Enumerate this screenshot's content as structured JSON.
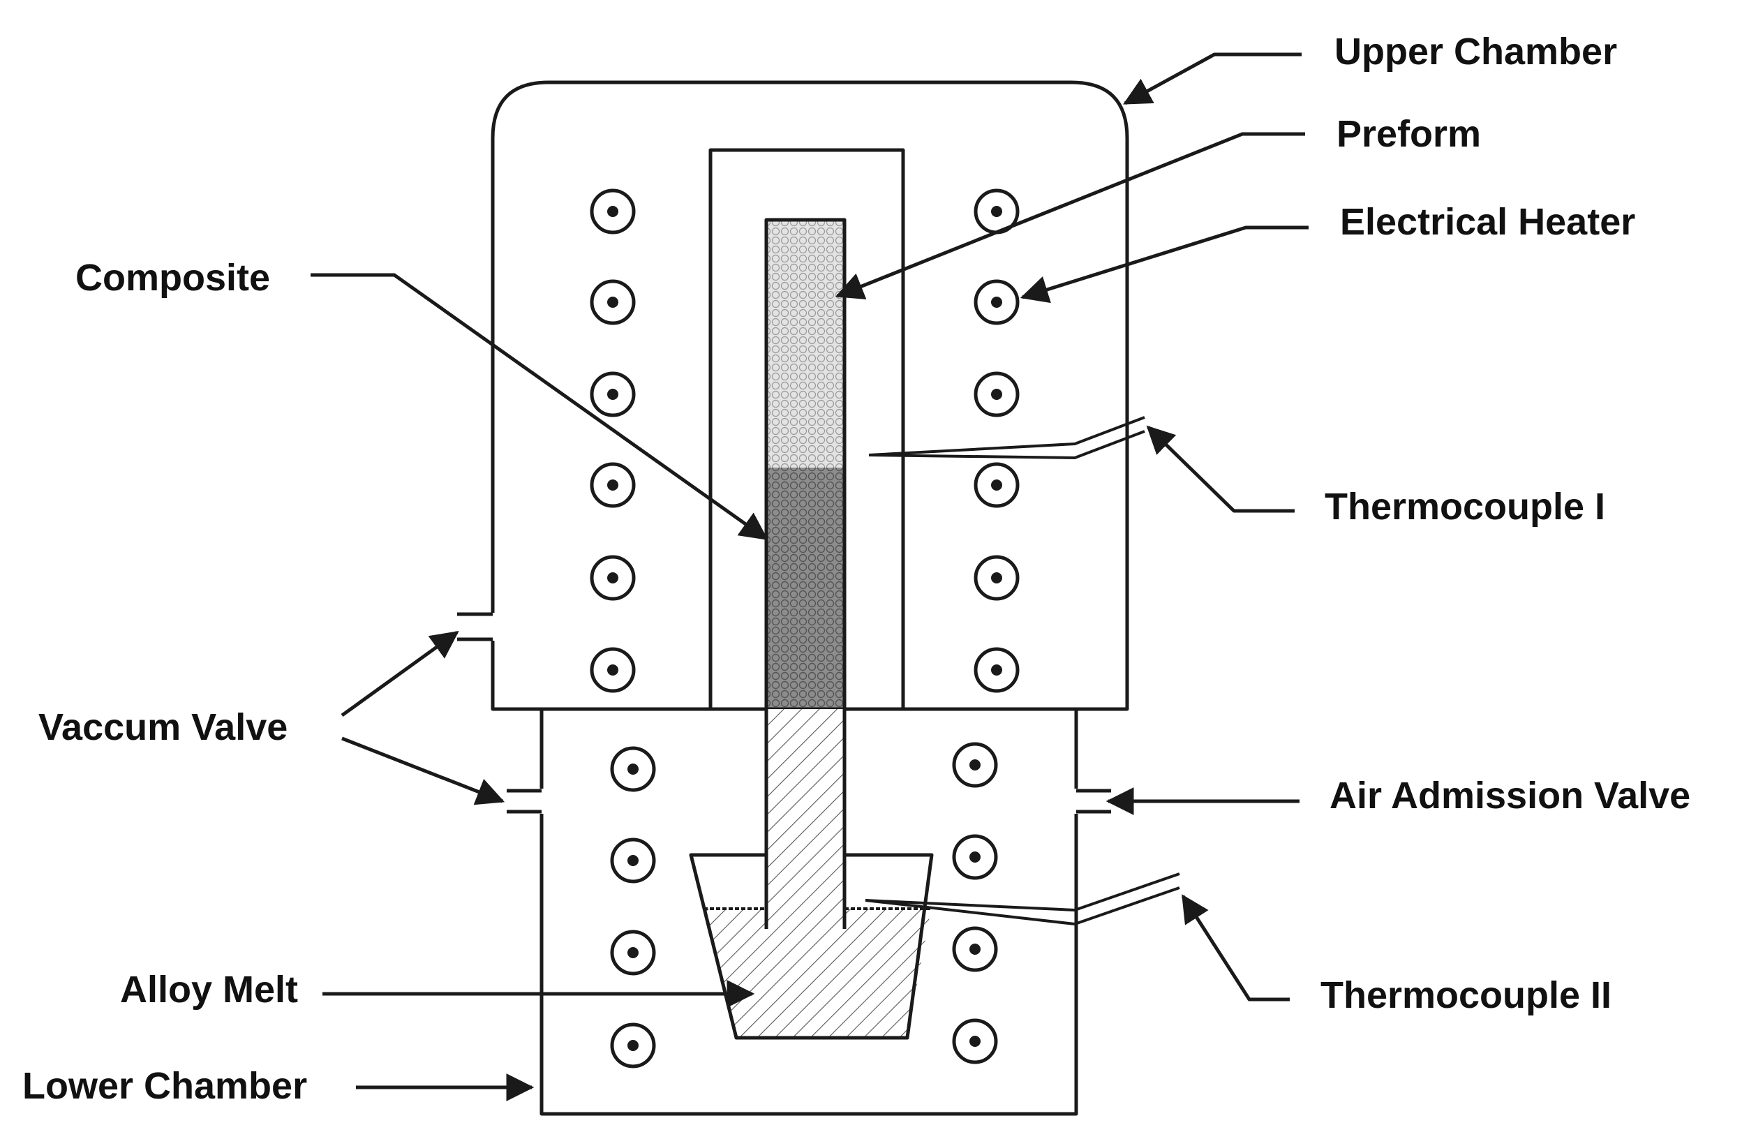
{
  "labels": {
    "upper_chamber": "Upper Chamber",
    "preform": "Preform",
    "electrical_heater": "Electrical Heater",
    "composite": "Composite",
    "thermocouple_1": "Thermocouple I",
    "vacuum_valve": "Vaccum Valve",
    "air_admission_valve": "Air Admission Valve",
    "alloy_melt": "Alloy Melt",
    "thermocouple_2": "Thermocouple II",
    "lower_chamber": "Lower Chamber"
  },
  "colors": {
    "line": "#1a1a1a",
    "preform_fill": "#dcdcdc",
    "composite_fill": "#8a8a8a",
    "hatch": "#555555"
  },
  "icons": {
    "heater_coil": "circle-dot-icon",
    "arrow": "arrow-icon"
  }
}
